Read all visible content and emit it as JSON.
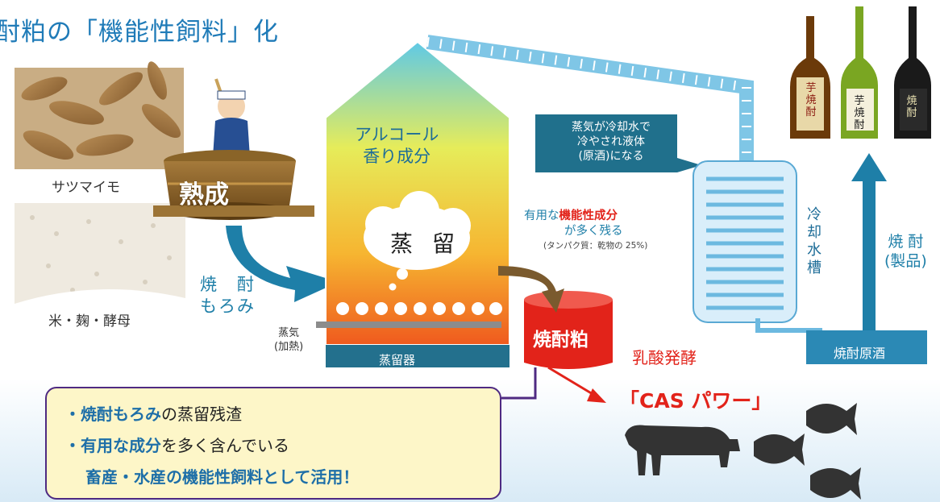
{
  "title": "酎粕の「機能性飼料」化",
  "photos": {
    "satsumaimo_label": "サツマイモ",
    "kome_label": "米・麹・酵母"
  },
  "jukusei_label": "熟成",
  "moromi_label": "焼　酎\nもろみ",
  "still": {
    "alcohol_label": "アルコール\n香り成分",
    "joryu_label": "蒸留",
    "steam_label": "蒸気\n(加熱)",
    "joryuki_label": "蒸留器"
  },
  "steam_callout": "蒸気が冷却水で\n冷やされ液体\n(原酒)になる",
  "useful": {
    "line1_prefix": "有用な",
    "line1_red": "機能性成分",
    "line2": "が多く残る",
    "line3": "(タンパク質：乾物の 25%)"
  },
  "cooling_tank_label": "冷却水槽",
  "product_label": "焼 酎\n(製品)",
  "genshu_label": "焼酎原酒",
  "kasu_label": "焼酎粕",
  "nyusan_label": "乳酸発酵",
  "cas_label": "「CAS パワー」",
  "callout": {
    "line1_bold": "・焼酎もろみ",
    "line1_rest": "の蒸留残渣",
    "line2_bold": "・有用な成分",
    "line2_rest": "を多く含んでいる",
    "line3": "畜産・水産の機能性飼料として活用！"
  },
  "bottles": {
    "bottle1_label": "芋焼酎",
    "bottle2_label": "芋焼酎",
    "bottle3_label": "焼酎"
  },
  "colors": {
    "title": "#1f7bb8",
    "teal_arrow": "#1e7fa8",
    "still_hot": "#f39a2a",
    "kasu_red": "#e2231a",
    "callout_bg": "#fdf6c8",
    "callout_border": "#4e2a82"
  }
}
